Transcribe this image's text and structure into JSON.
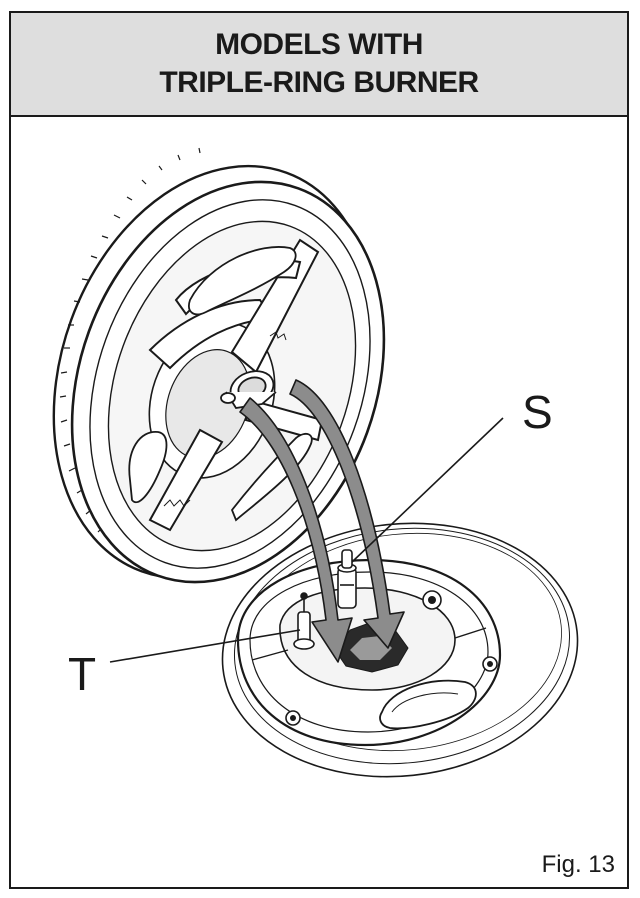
{
  "header": {
    "line1": "MODELS WITH",
    "line2": "TRIPLE-RING BURNER"
  },
  "callouts": {
    "s": "S",
    "t": "T"
  },
  "figure": {
    "label": "Fig. 13"
  },
  "colors": {
    "ink": "#1a1a1a",
    "header_bg": "#dedede",
    "arrow_fill": "#8c8c8c"
  }
}
